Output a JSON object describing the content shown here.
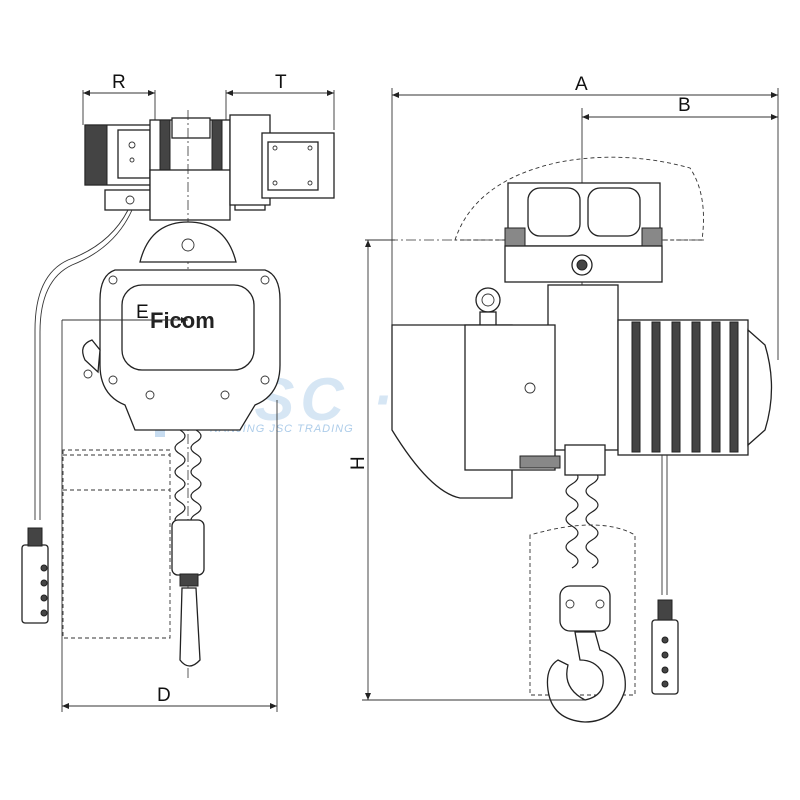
{
  "dimensions": {
    "R": "R",
    "T": "T",
    "A": "A",
    "B": "B",
    "E": "E",
    "D": "D",
    "H": "H"
  },
  "brand": {
    "logo_text": "Ficom"
  },
  "watermark": {
    "main_text": "JSC · FiCom",
    "sub_text": "NANJING JSC TRADING"
  },
  "colors": {
    "line": "#222222",
    "watermark": "#4a8fd0"
  },
  "icons": {
    "watermark_logo": "gear-icon"
  }
}
